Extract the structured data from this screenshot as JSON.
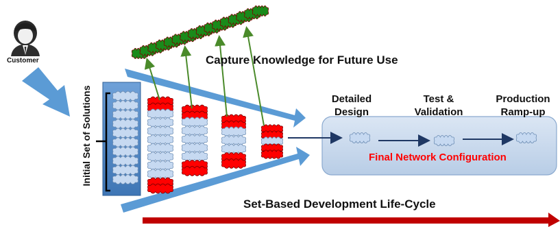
{
  "actor": {
    "label": "Customer",
    "icon": "customer-icon"
  },
  "initial_set": {
    "label": "Initial Set of Solutions"
  },
  "knowledge": {
    "label": "Capture Knowledge for Future Use"
  },
  "stages": [
    {
      "line1": "Detailed",
      "line2": "Design"
    },
    {
      "line1": "Test &",
      "line2": "Validation"
    },
    {
      "line1": "Production",
      "line2": "Ramp-up"
    }
  ],
  "final_network": {
    "label": "Final Network Configuration"
  },
  "lifecycle": {
    "label": "Set-Based Development Life-Cycle"
  },
  "colors": {
    "cloud_fill": "#c6d9f1",
    "cloud_rejected": "#ff0000",
    "knowledge_cloud": "#1a8a1a",
    "funnel_arrow": "#4f81bd",
    "panel": "#c6d9f1",
    "final_label": "#ff0000",
    "timeline": "#c00000"
  }
}
